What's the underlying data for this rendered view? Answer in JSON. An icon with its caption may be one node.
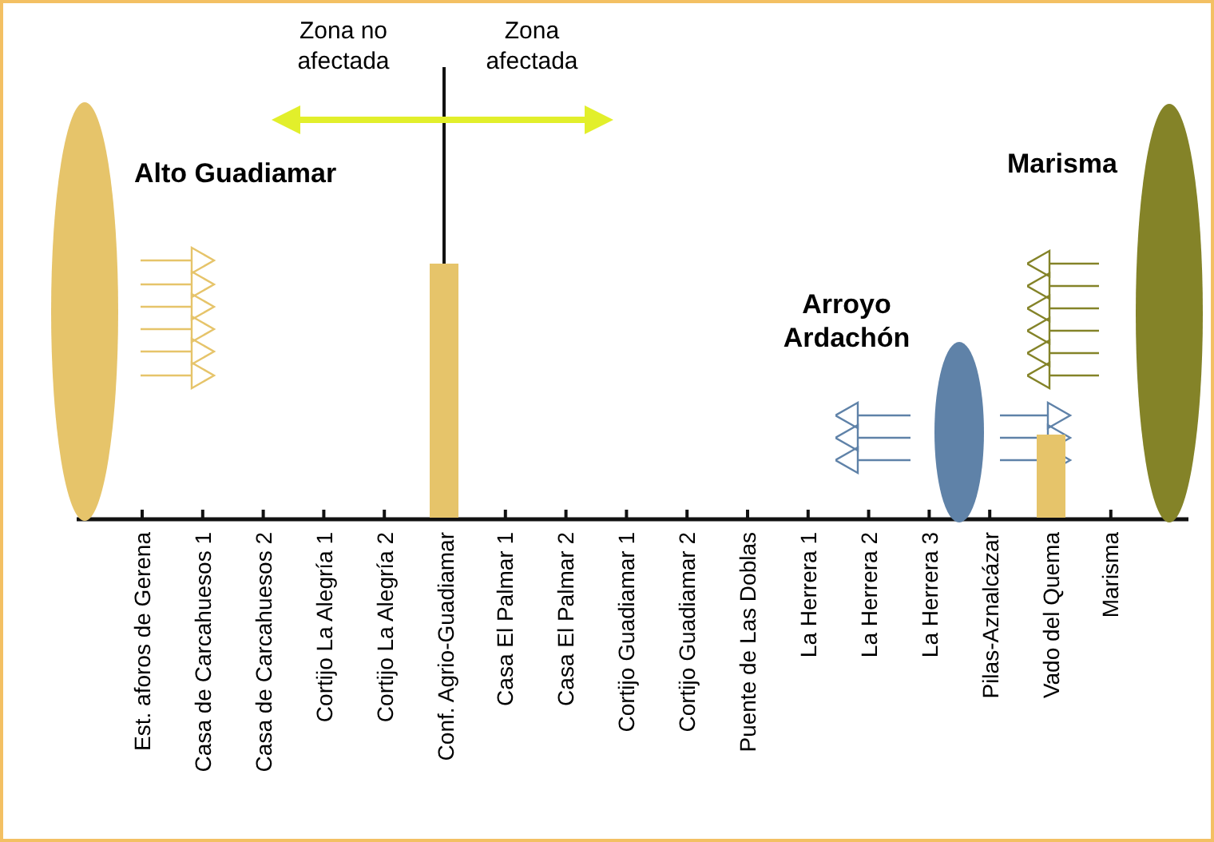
{
  "diagram": {
    "nodes": [
      {
        "text": [],
        "shape": "ellipse",
        "beside": [
          "Alto Guadiamar"
        ]
      },
      {
        "text": [],
        "shape": "bar"
      },
      {
        "text": [],
        "shape": "ellipse",
        "beside": [
          "Arroyo Ardachón"
        ]
      },
      {
        "text": [],
        "shape": "bar"
      },
      {
        "text": [],
        "shape": "ellipse",
        "beside": [
          "Marisma"
        ]
      }
    ],
    "labels": [
      "Zona no afectada",
      "Zona afectada",
      "Est. aforos de Gerena",
      "Casa de Carcahuesos 1",
      "Casa de Carcahuesos 2",
      "Cortijo La Alegría 1",
      "Cortijo La Alegría 2",
      "Conf. Agrio-Guadiamar",
      "Casa El Palmar 1",
      "Casa El Palmar 2",
      "Cortijo Guadiamar 1",
      "Cortijo Guadiamar 2",
      "Puente de Las Doblas",
      "La Herrera 1",
      "La Herrera 2",
      "La Herrera 3",
      "Pilas-Aznalcázar",
      "Vado del Quema",
      "Marisma"
    ]
  }
}
